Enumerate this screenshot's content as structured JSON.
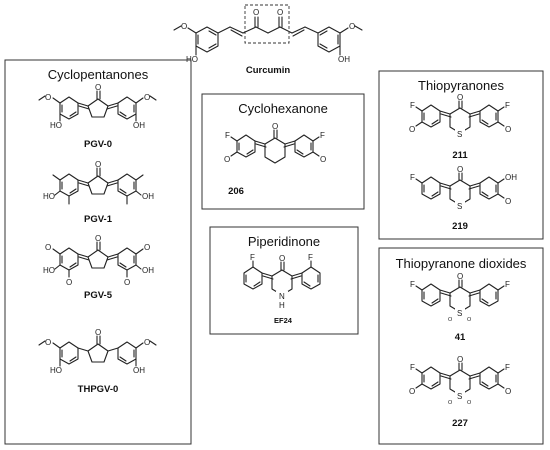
{
  "curcumin": {
    "name": "Curcumin"
  },
  "groups": {
    "cyclopentanones": {
      "title": "Cyclopentanones",
      "compounds": [
        {
          "label": "PGV-0"
        },
        {
          "label": "PGV-1"
        },
        {
          "label": "PGV-5"
        },
        {
          "label": "THPGV-0"
        }
      ]
    },
    "cyclohexanone": {
      "title": "Cyclohexanone",
      "compounds": [
        {
          "label": "206"
        }
      ]
    },
    "piperidinone": {
      "title": "Piperidinone",
      "compounds": [
        {
          "label": "EF24"
        }
      ]
    },
    "thiopyranones": {
      "title": "Thiopyranones",
      "compounds": [
        {
          "label": "211"
        },
        {
          "label": "219"
        }
      ]
    },
    "thiopyranone_dioxides": {
      "title": "Thiopyranone dioxides",
      "compounds": [
        {
          "label": "41"
        },
        {
          "label": "227"
        }
      ]
    }
  },
  "atom_labels": {
    "oxygen": "O",
    "hydroxyl": "OH",
    "hydroxyl_left": "HO",
    "fluorine": "F",
    "sulfur": "S",
    "nitrogen": "N",
    "hydrogen": "H"
  }
}
